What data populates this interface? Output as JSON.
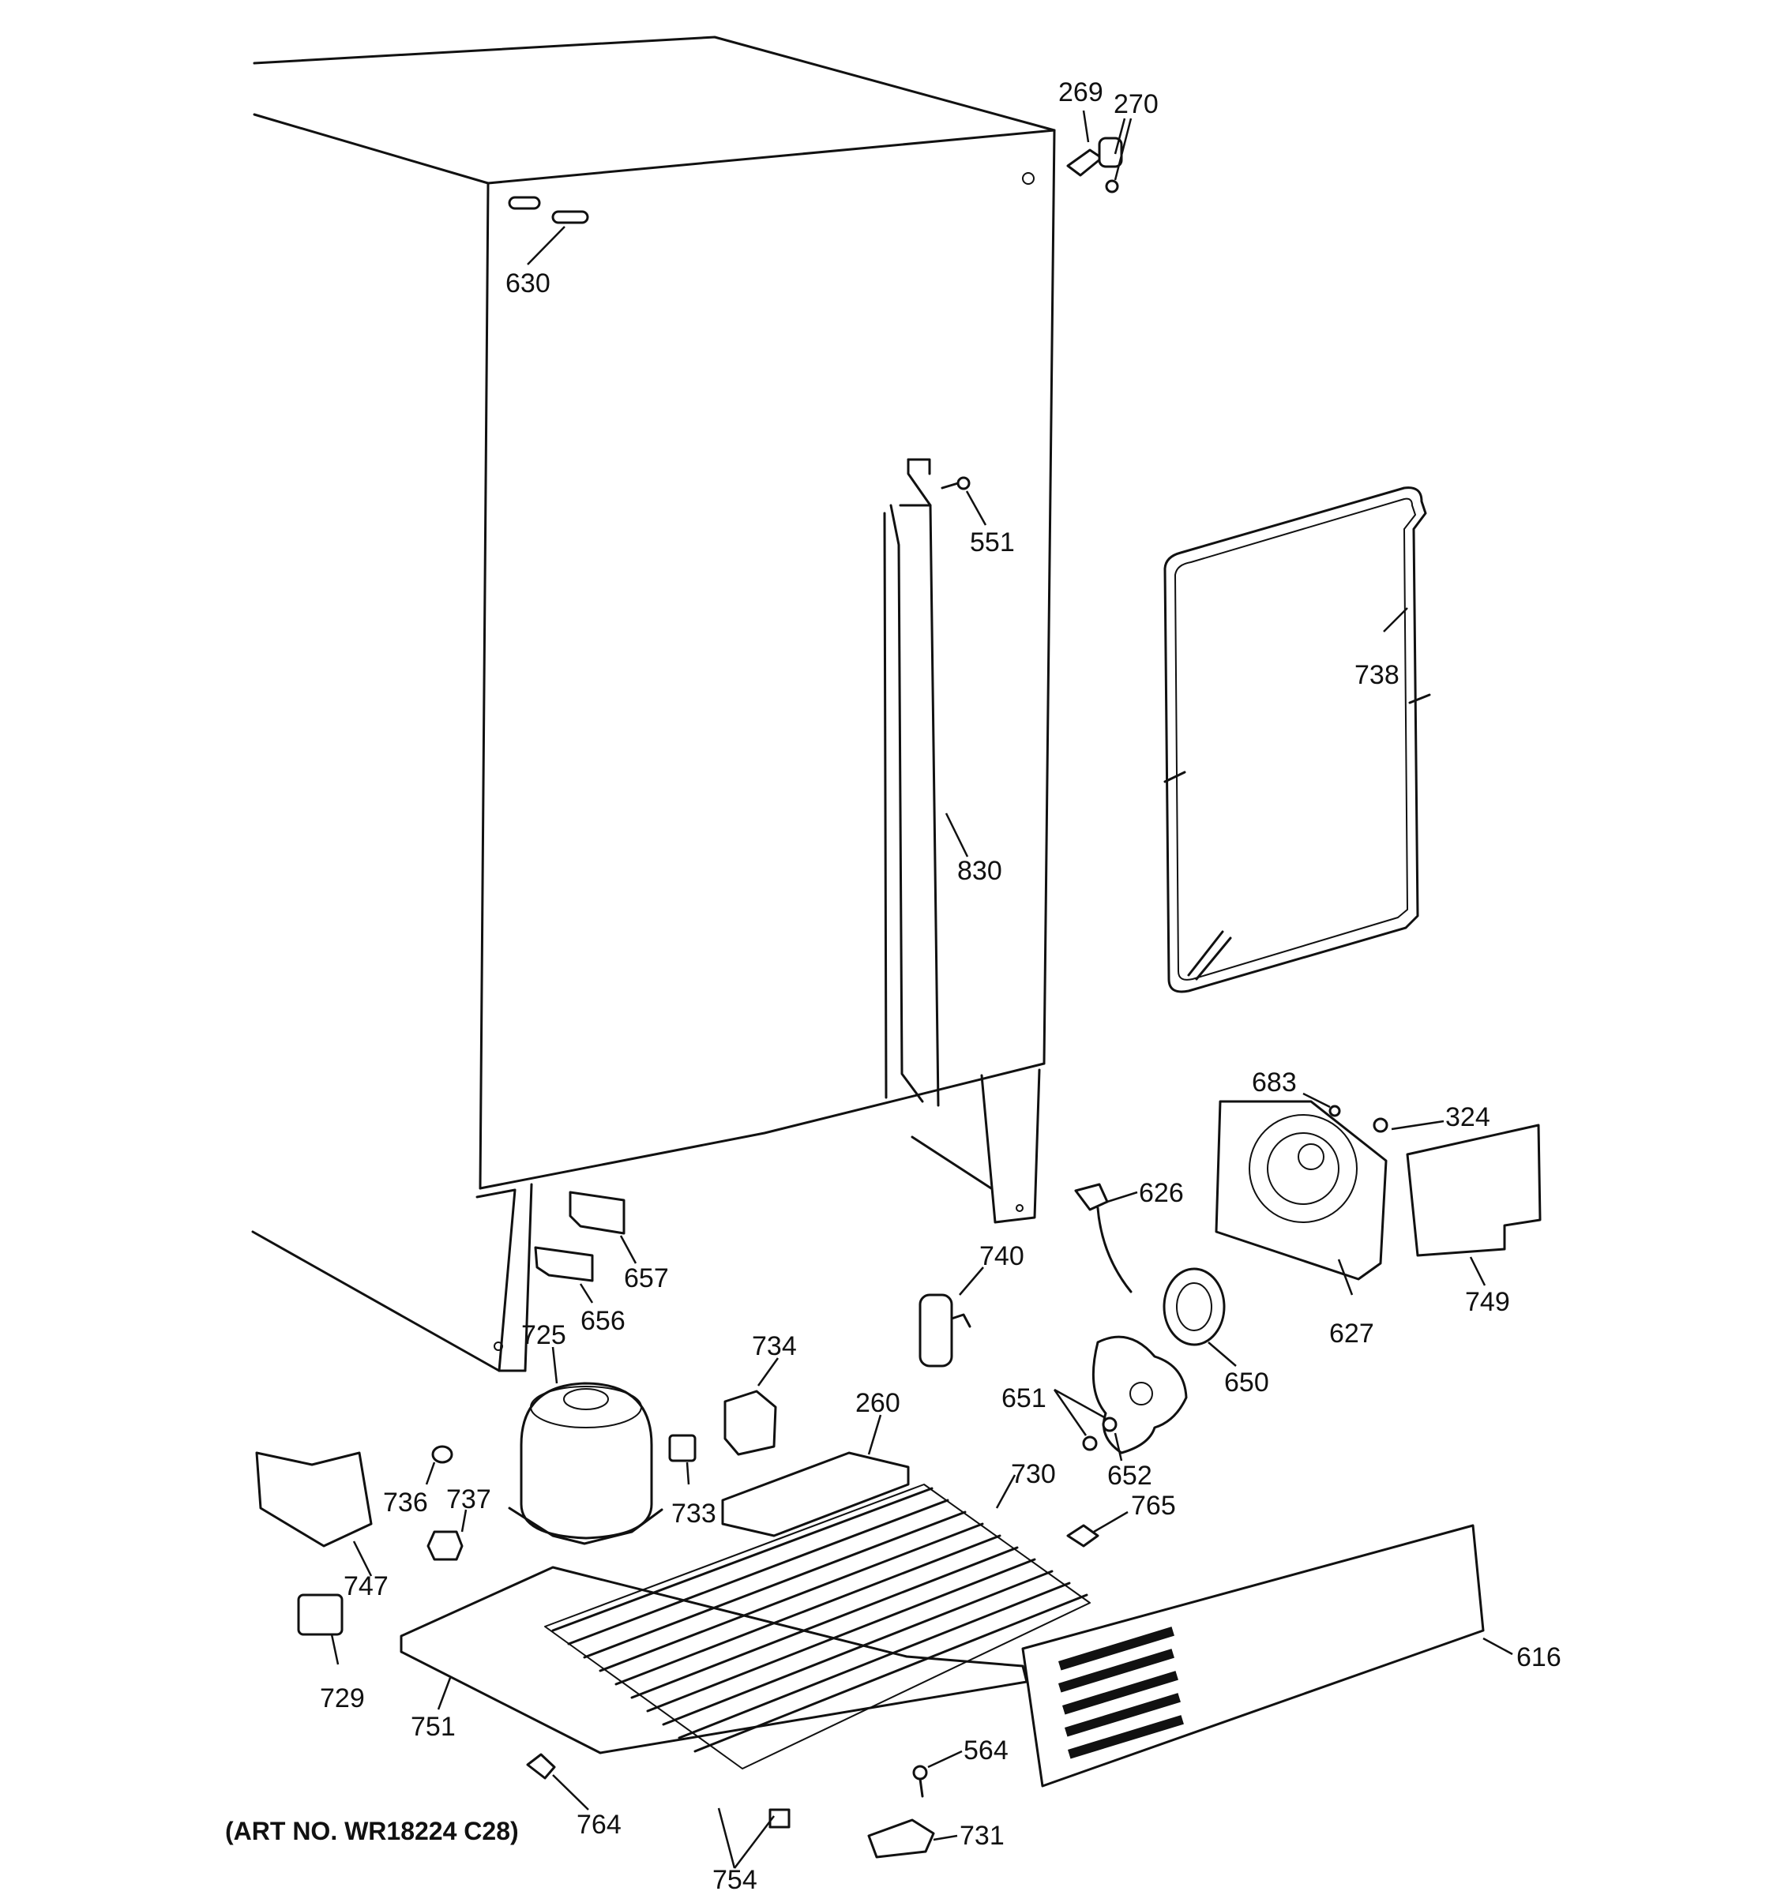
{
  "art_number": "(ART NO. WR18224 C28)",
  "callouts": {
    "c269": "269",
    "c270": "270",
    "c630": "630",
    "c551": "551",
    "c738": "738",
    "c830": "830",
    "c683": "683",
    "c324": "324",
    "c626": "626",
    "c740": "740",
    "c657": "657",
    "c656": "656",
    "c725": "725",
    "c734": "734",
    "c627": "627",
    "c749": "749",
    "c650": "650",
    "c651": "651",
    "c260": "260",
    "c652": "652",
    "c730": "730",
    "c765": "765",
    "c736": "736",
    "c737": "737",
    "c733": "733",
    "c747": "747",
    "c616": "616",
    "c729": "729",
    "c751": "751",
    "c564": "564",
    "c764": "764",
    "c731": "731",
    "c754": "754"
  }
}
